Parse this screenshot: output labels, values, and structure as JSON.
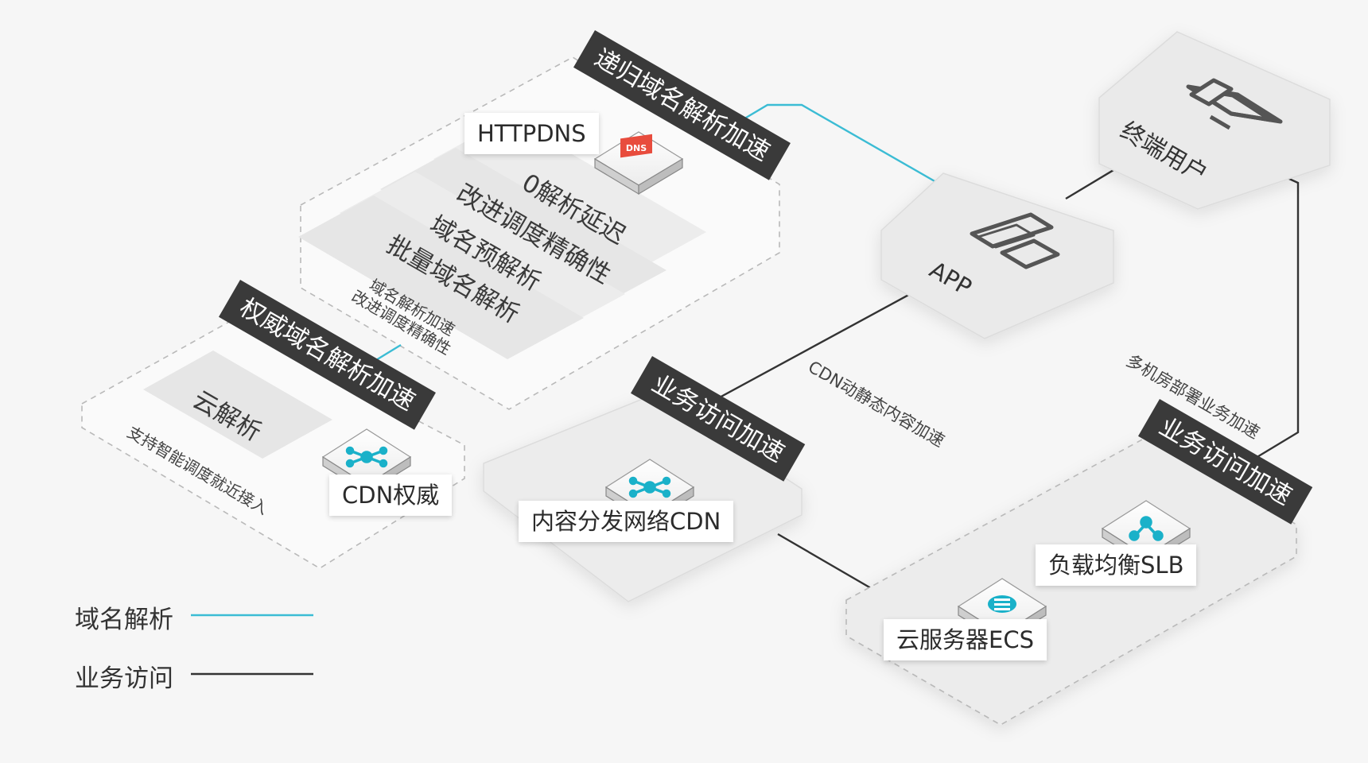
{
  "colors": {
    "dns_line": "#3bbcd4",
    "access_line": "#333333",
    "banner_bg": "#3a3a3a",
    "panel_fill": "#ebebeb",
    "httpdns_icon": "#e84c3d",
    "node_icon": "#1ab1c9"
  },
  "recursive_dns": {
    "banner": "递归域名解析加速",
    "product_label": "HTTPDNS",
    "features": [
      "0解析延迟",
      "改进调度精确性",
      "域名预解析",
      "批量域名解析"
    ],
    "desc_line1": "域名解析加速",
    "desc_line2": "改进调度精确性",
    "product_icon": "httpdns-logo-icon"
  },
  "authoritative_dns": {
    "banner": "权威域名解析加速",
    "feature": "云解析",
    "desc": "支持智能调度就近接入",
    "product_label": "CDN权威",
    "product_icon": "network-node-icon"
  },
  "cdn_access": {
    "banner": "业务访问加速",
    "product_label": "内容分发网络CDN",
    "product_icon": "network-node-icon"
  },
  "app": {
    "label": "APP",
    "icon": "tablet-phone-icon"
  },
  "terminal_user": {
    "label": "终端用户",
    "icon": "devices-icon"
  },
  "server_access": {
    "banner": "业务访问加速",
    "slb_label": "负载均衡SLB",
    "ecs_label": "云服务器ECS",
    "slb_icon": "load-balancer-icon",
    "ecs_icon": "cloud-server-icon"
  },
  "edge_labels": {
    "cdn_link": "CDN动静态内容加速",
    "multi_dc": "多机房部署业务加速"
  },
  "legend": [
    {
      "label": "域名解析",
      "type": "dns"
    },
    {
      "label": "业务访问",
      "type": "access"
    }
  ]
}
